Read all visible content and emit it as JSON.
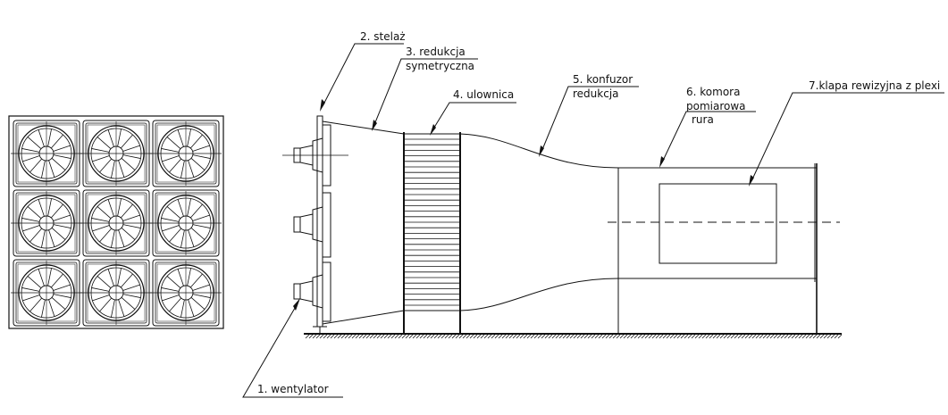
{
  "labels": {
    "wentylator": "1. wentylator",
    "stelaz": "2. stelaż",
    "redukcja_line1": "3. redukcja",
    "redukcja_line2": "symetryczna",
    "ulownica": "4. ulownica",
    "konfuzor_line1": "5. konfuzor",
    "konfuzor_line2": "redukcja",
    "komora_line1": "6. komora",
    "komora_line2": "pomiarowa",
    "komora_line3": "rura",
    "klapa": "7.klapa rewizyjna z plexi"
  },
  "fan_grid": {
    "rows": 3,
    "cols": 3,
    "spokes": 12
  },
  "colors": {
    "stroke": "#111111",
    "background": "#ffffff"
  }
}
